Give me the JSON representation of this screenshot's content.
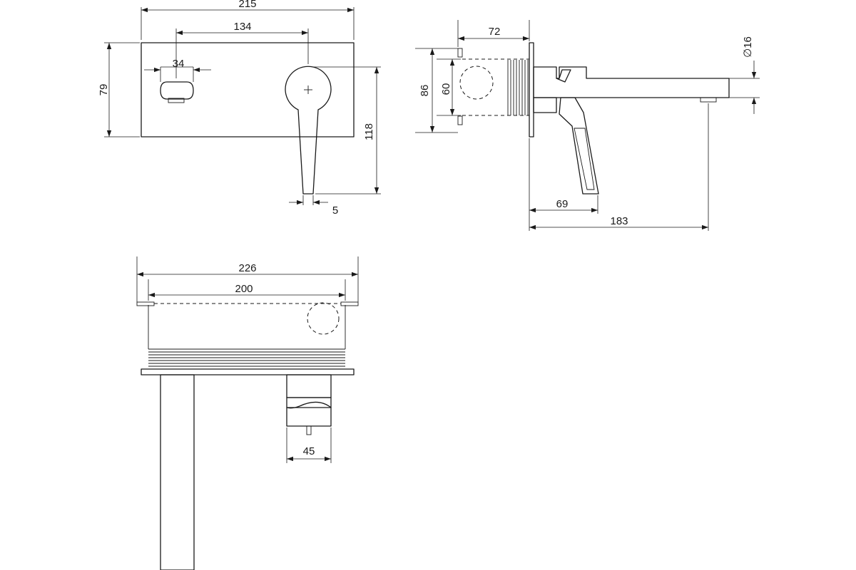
{
  "dimensions": {
    "d215": "215",
    "d134": "134",
    "d34": "34",
    "d79": "79",
    "d118": "118",
    "d5": "5",
    "d72": "72",
    "d86": "86",
    "d60": "60",
    "d16": "∅16",
    "d69": "69",
    "d183": "183",
    "d226": "226",
    "d200": "200",
    "d45": "45"
  },
  "colors": {
    "line": "#1a1a1a",
    "background": "#ffffff"
  }
}
